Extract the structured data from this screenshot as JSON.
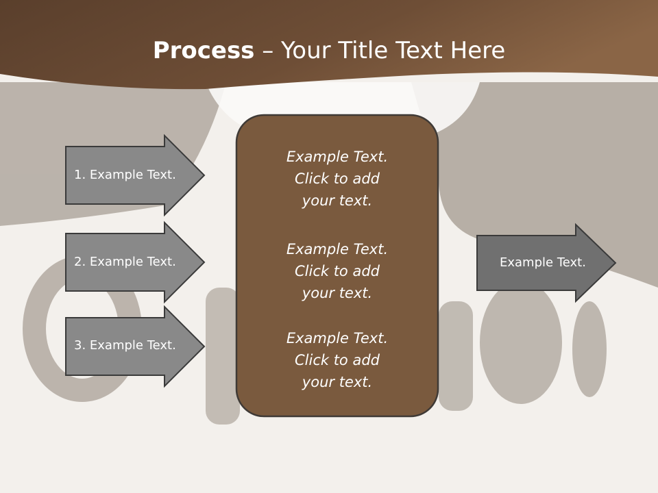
{
  "title": {
    "bold": "Process",
    "rest": " – Your Title Text Here"
  },
  "left_arrows": [
    {
      "label": "1. Example Text."
    },
    {
      "label": "2. Example Text."
    },
    {
      "label": "3. Example Text."
    }
  ],
  "center_box": {
    "blocks": [
      {
        "line1": "Example Text.",
        "line2": "Click  to add",
        "line3": "your text."
      },
      {
        "line1": "Example Text.",
        "line2": "Click  to add",
        "line3": "your text."
      },
      {
        "line1": "Example Text.",
        "line2": "Click  to add",
        "line3": "your text."
      }
    ]
  },
  "right_arrow": {
    "label": "Example Text."
  },
  "colors": {
    "header_brown": "#6b4a34",
    "box_brown": "#7a5a3e",
    "arrow_gray": "#8a8a8a",
    "box_border": "#3f3a36"
  }
}
